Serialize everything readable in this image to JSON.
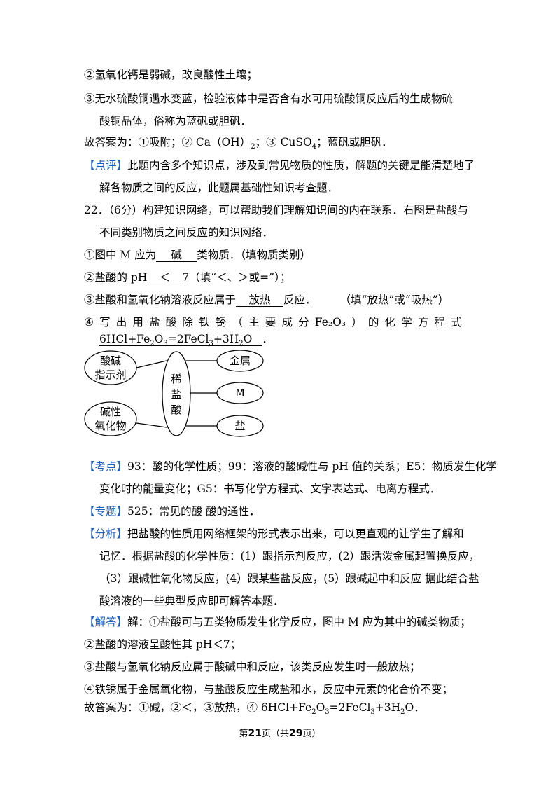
{
  "lines": {
    "l1": "②氢氧化钙是弱碱，改良酸性土壤；",
    "l2": "③无水硫酸铜遇水变蓝，检验液体中是否含有水可用硫酸铜反应后的生成物硫",
    "l3": "酸铜晶体，俗称为蓝矾或胆矾．",
    "l4a": "故答案为：①吸附；② Ca（OH）",
    "l4sub": "2",
    "l4b": "；③ CuSO",
    "l4sub2": "4",
    "l4c": "；蓝矾或胆矾．",
    "dp_tag": "【点评】",
    "dp_text": "此题内含多个知识点，涉及到常见物质的性质，解题的关键是能清楚地了",
    "dp_text2": "解各物质之间的反应，此题属基础性知识考查题．",
    "q22a": "22．（6分）构建知识网络，可以帮助我们理解知识间的内在联系．右图是盐酸与",
    "q22b": "不同类别物质之间反应的知识网络．",
    "q1a": "①图中 M 应为",
    "q1ans": "碱",
    "q1b": "类物质．（填物质类别）",
    "q2a": "②盐酸的 pH",
    "q2ans": "＜",
    "q2b": "7（填“＜、＞或=”）；",
    "q3a": "③盐酸和氢氧化钠溶液反应属于",
    "q3ans": "放热",
    "q3b": "反应．",
    "q3c": "（填“放热”或“吸热”）",
    "q4": [
      "④",
      "写",
      "出",
      "用",
      "盐",
      "酸",
      "除",
      "铁",
      "锈",
      "（",
      "主",
      "要",
      "成",
      "分",
      "Fe₂O₃",
      "）",
      "的",
      "化",
      "学",
      "方",
      "程",
      "式"
    ],
    "eq_a": "6HCl+Fe",
    "eq_s1": "2",
    "eq_b": "O",
    "eq_s2": "3",
    "eq_c": "=2FeCl",
    "eq_s3": "3",
    "eq_d": "+3H",
    "eq_s4": "2",
    "eq_e": "O",
    "eq_end": "．",
    "kd_tag": "【考点】",
    "kd_text": "93：酸的化学性质；99：溶液的酸碱性与 pH 值的关系；E5：物质发生化学",
    "kd_text2": "变化时的能量变化；G5：书写化学方程式、文字表达式、电离方程式．",
    "zt_tag": "【专题】",
    "zt_text": "525：常见的酸 酸的通性．",
    "fx_tag": "【分析】",
    "fx_text": "把盐酸的性质用网络框架的形式表示出来，可以更直观的让学生了解和",
    "fx_text2": "记忆．根据盐酸的化学性质：(1）跟指示剂反应，(2）跟活泼金属起置换反应，",
    "fx_text3": "（3）跟碱性氧化物反应，(4）跟某些盐反应，(5）跟碱起中和反应  据此结合盐",
    "fx_text4": "酸溶液的一些典型反应即可解答本题．",
    "jd_tag": "【解答】",
    "jd_text": "解：①盐酸可与五类物质发生化学反应，图中 M 应为其中的碱类物质；",
    "jd2": "②盐酸的溶液呈酸性其 pH＜7；",
    "jd3": "③盐酸与氢氧化钠反应属于酸碱中和反应，该类反应发生时一般放热；",
    "jd4": "④铁锈属于金属氧化物，与盐酸反应生成盐和水，反应中元素的化合价不变；",
    "jd5a": "故答案为：①碱，②＜，③放热，④ 6HCl+Fe",
    "jd5s1": "2",
    "jd5b": "O",
    "jd5s2": "3",
    "jd5c": "=2FeCl",
    "jd5s3": "3",
    "jd5d": "+3H",
    "jd5s4": "2",
    "jd5e": "O．"
  },
  "diagram": {
    "left_top_1": "酸碱",
    "left_top_2": "指示剂",
    "left_bottom_1": "碱性",
    "left_bottom_2": "氧化物",
    "center_1": "稀",
    "center_2": "盐",
    "center_3": "酸",
    "right_top": "金属",
    "right_mid": "M",
    "right_bottom": "盐"
  },
  "footer": {
    "p1": "第",
    "page": "21",
    "p2": "页（共",
    "total": "29",
    "p3": "页）"
  },
  "colors": {
    "tag": "#1f5fbf"
  }
}
